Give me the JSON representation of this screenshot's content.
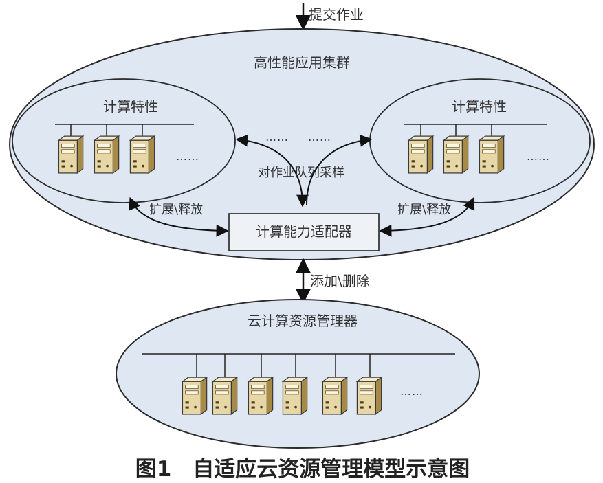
{
  "diagram": {
    "submit_label": "提交作业",
    "cluster_label": "高性能应用集群",
    "left_group_label": "计算特性",
    "right_group_label": "计算特性",
    "middle_dots_1": "……",
    "middle_dots_2": "……",
    "sampling_label": "对作业队列采样",
    "expand_left_label": "扩展\\释放",
    "expand_right_label": "扩展\\释放",
    "adapter_label": "计算能力适配器",
    "add_remove_label": "添加\\删除",
    "cloud_manager_label": "云计算资源管理器",
    "left_group_dots": "……",
    "right_group_dots": "……",
    "cloud_dots": "……",
    "caption": "图1　自适应云资源管理模型示意图"
  },
  "colors": {
    "ellipse_fill": "#dfe7f3",
    "ellipse_stroke": "#2b2b2b",
    "server_fill": "#e7d7a7",
    "server_dark": "#8a7238"
  }
}
